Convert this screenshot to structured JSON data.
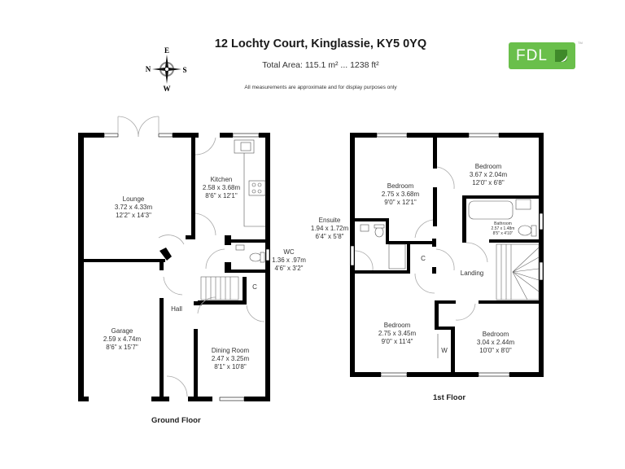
{
  "header": {
    "title": "12 Lochty Court, Kinglassie, KY5 0YQ",
    "total_area": "Total Area: 115.1 m² ... 1238 ft²",
    "disclaimer": "All measurements are approximate and for display purposes only"
  },
  "logo": {
    "text": "FDL",
    "trademark": "TM",
    "color": "#6abf4b"
  },
  "compass": {
    "north": "N",
    "east": "E",
    "south": "S",
    "west": "W"
  },
  "floors": [
    {
      "label": "Ground Floor",
      "rooms": [
        {
          "name": "Lounge",
          "metric": "3.72 x 4.33m",
          "imperial": "12'2\" x 14'3\""
        },
        {
          "name": "Kitchen",
          "metric": "2.58 x 3.68m",
          "imperial": "8'6\" x 12'1\""
        },
        {
          "name": "WC",
          "metric": "1.36 x .97m",
          "imperial": "4'6\" x 3'2\""
        },
        {
          "name": "Garage",
          "metric": "2.59 x 4.74m",
          "imperial": "8'6\" x 15'7\""
        },
        {
          "name": "Hall",
          "metric": "",
          "imperial": ""
        },
        {
          "name": "C",
          "metric": "",
          "imperial": ""
        },
        {
          "name": "Dining Room",
          "metric": "2.47 x 3.25m",
          "imperial": "8'1\" x 10'8\""
        }
      ]
    },
    {
      "label": "1st Floor",
      "rooms": [
        {
          "name": "Bedroom",
          "metric": "2.75 x 3.68m",
          "imperial": "9'0\" x 12'1\""
        },
        {
          "name": "Bedroom",
          "metric": "3.67 x 2.04m",
          "imperial": "12'0\" x 6'8\""
        },
        {
          "name": "Ensuite",
          "metric": "1.94 x 1.72m",
          "imperial": "6'4\" x 5'8\""
        },
        {
          "name": "Bathroom",
          "metric": "2.57 x 1.48m",
          "imperial": "8'5\" x 4'10\""
        },
        {
          "name": "C",
          "metric": "",
          "imperial": ""
        },
        {
          "name": "Landing",
          "metric": "",
          "imperial": ""
        },
        {
          "name": "Bedroom",
          "metric": "2.75 x 3.45m",
          "imperial": "9'0\" x 11'4\""
        },
        {
          "name": "W",
          "metric": "",
          "imperial": ""
        },
        {
          "name": "Bedroom",
          "metric": "3.04 x 2.44m",
          "imperial": "10'0\" x 8'0\""
        }
      ]
    }
  ]
}
